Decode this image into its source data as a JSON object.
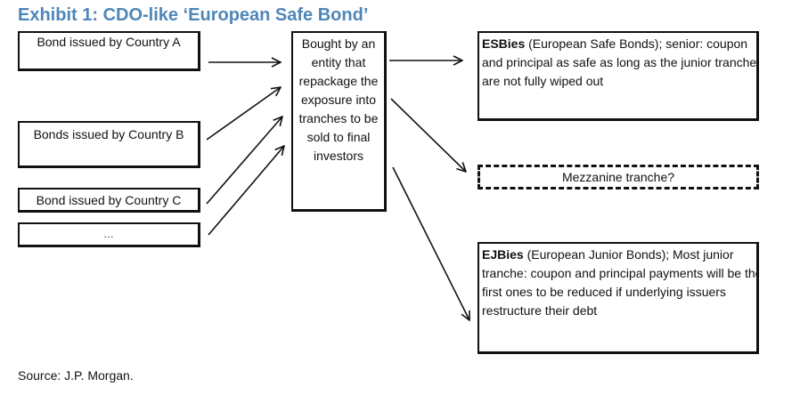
{
  "title": "Exhibit 1: CDO-like ‘European Safe Bond’",
  "inputs": {
    "country_a": "Bond issued by Country A",
    "country_b": "Bonds issued by Country B",
    "country_c": "Bond issued by Country C",
    "more": "…"
  },
  "repackager": {
    "lines": [
      "Bought by an",
      "entity that",
      "repackage the",
      "exposure into",
      "tranches to be",
      "sold to final",
      "investors"
    ]
  },
  "tranches": {
    "senior": {
      "name": "ESBies",
      "lines": [
        " (European Safe Bonds); senior: coupon",
        "and principal as safe as long as the junior tranches",
        "are not fully wiped out"
      ]
    },
    "mezzanine": "Mezzanine tranche?",
    "junior": {
      "name": "EJBies",
      "lines": [
        " (European Junior Bonds); Most junior",
        "tranche: coupon and principal payments will be the",
        "first ones to be reduced if underlying issuers",
        "restructure their debt"
      ]
    }
  },
  "source": "Source: J.P. Morgan."
}
